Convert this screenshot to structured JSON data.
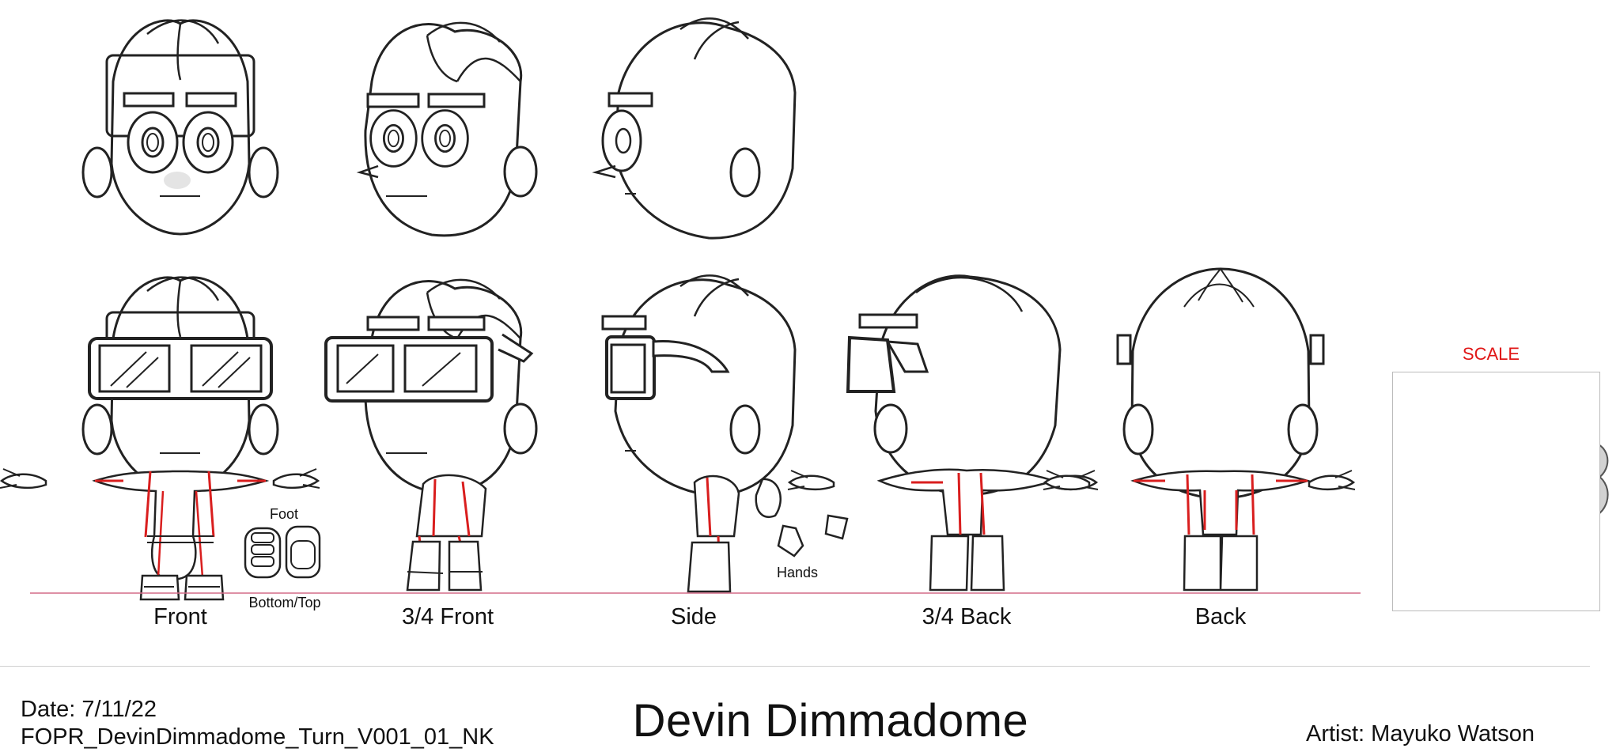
{
  "sheet": {
    "views": [
      {
        "id": "front",
        "label": "Front"
      },
      {
        "id": "three-quarter-front",
        "label": "3/4 Front"
      },
      {
        "id": "side",
        "label": "Side"
      },
      {
        "id": "three-quarter-back",
        "label": "3/4 Back"
      },
      {
        "id": "back",
        "label": "Back"
      }
    ],
    "detail_labels": {
      "foot": "Foot",
      "bottom_top": "Bottom/Top",
      "hands": "Hands"
    },
    "scale": {
      "title": "SCALE"
    }
  },
  "footer": {
    "date": "Date: 7/11/22",
    "file_name": "FOPR_DevinDimmadome_Turn_V001_01_NK",
    "character_name": "Devin Dimmadome",
    "artist": "Artist: Mayuko Watson"
  },
  "colors": {
    "line": "#222222",
    "red_guides": "#d91e1e",
    "scale_title": "#e01616",
    "ground_line": "#d36b88"
  },
  "icons": {
    "turnaround_art": "cartoon-character-turnaround",
    "scale_art": "character-scale-comparison"
  }
}
